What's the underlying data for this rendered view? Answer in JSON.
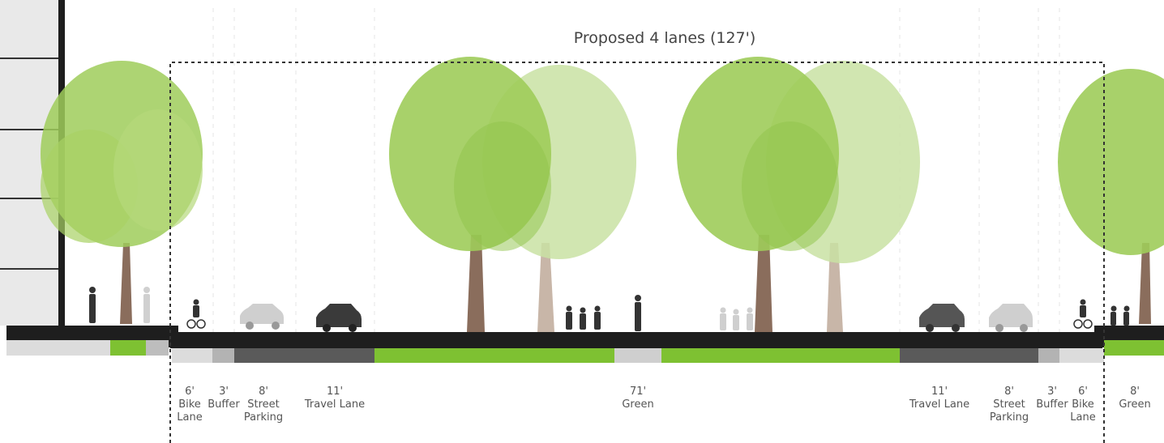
{
  "title": "Proposed 4 lanes (127')",
  "segments": [
    {
      "width": "6'",
      "label": "Bike Lane",
      "label_lines": [
        "Bike",
        "Lane"
      ],
      "color": "#dcdcdc"
    },
    {
      "width": "3'",
      "label": "Buffer",
      "label_lines": [
        "Buffer"
      ],
      "color": "#b3b3b3"
    },
    {
      "width": "8'",
      "label": "Street Parking",
      "label_lines": [
        "Street",
        "Parking"
      ],
      "color": "#5a5a5a"
    },
    {
      "width": "11'",
      "label": "Travel Lane",
      "label_lines": [
        "Travel Lane"
      ],
      "color": "#5a5a5a"
    },
    {
      "width": "71'",
      "label": "Green",
      "label_lines": [
        "Green"
      ],
      "color": "#7ec132"
    },
    {
      "width": "11'",
      "label": "Travel Lane",
      "label_lines": [
        "Travel Lane"
      ],
      "color": "#5a5a5a"
    },
    {
      "width": "8'",
      "label": "Street Parking",
      "label_lines": [
        "Street",
        "Parking"
      ],
      "color": "#5a5a5a"
    },
    {
      "width": "3'",
      "label": "Buffer",
      "label_lines": [
        "Buffer"
      ],
      "color": "#b3b3b3"
    },
    {
      "width": "6'",
      "label": "Bike Lane",
      "label_lines": [
        "Bike",
        "Lane"
      ],
      "color": "#dcdcdc"
    },
    {
      "width": "8'",
      "label": "Green",
      "label_lines": [
        "Green"
      ],
      "color": "#7ec132"
    }
  ],
  "colors": {
    "tree_light": "#9fcc5a",
    "tree_pale": "#c9e2a3",
    "trunk": "#8a6d5c",
    "trunk_pale": "#c8b6a8",
    "ground": "#1e1e1e",
    "green": "#7ec132",
    "dashed_line": "#333333"
  }
}
